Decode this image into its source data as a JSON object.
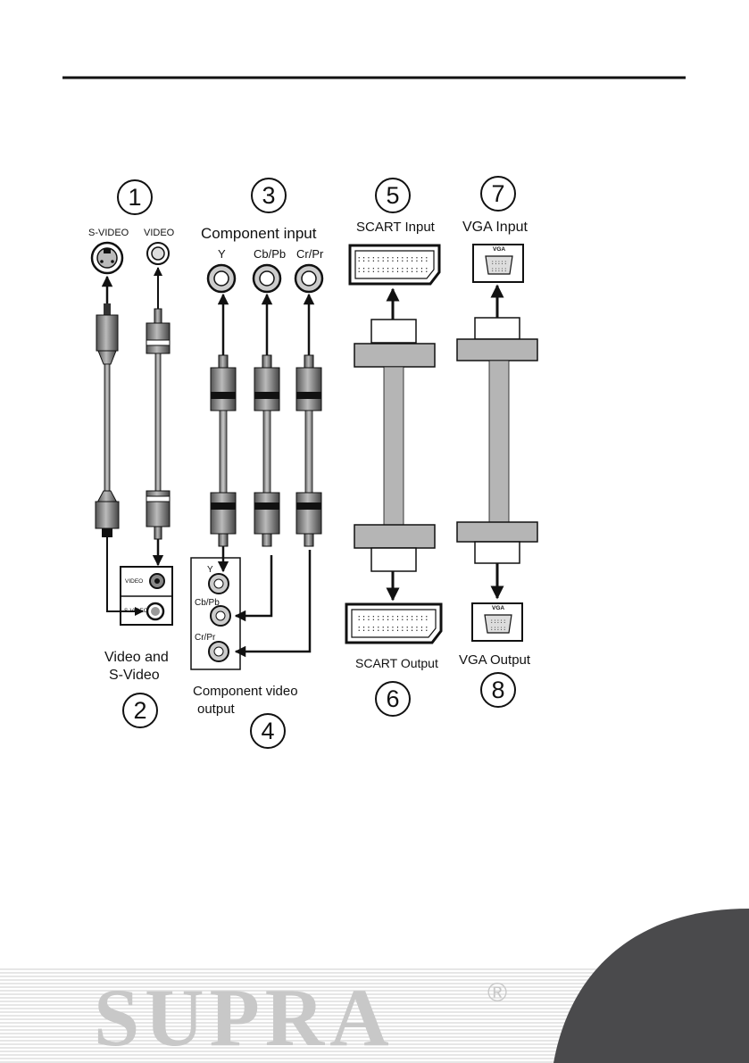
{
  "labels": {
    "s_video": "S-VIDEO",
    "video": "VIDEO",
    "component_input": "Component input",
    "y": "Y",
    "cb_pb": "Cb/Pb",
    "cr_pr": "Cr/Pr",
    "scart_input": "SCART Input",
    "vga_input": "VGA Input",
    "panel_video": "VIDEO",
    "panel_s_video": "S-VIDEO",
    "video_and": "Video and",
    "s_video_title": "S-Video",
    "panel_y": "Y",
    "panel_cb_pb": "Cb/Pb",
    "panel_cr_pr": "Cr/Pr",
    "component_video": "Component video",
    "output": "output",
    "scart_output": "SCART Output",
    "vga_output": "VGA Output",
    "vga_in_tag": "VGA",
    "vga_out_tag": "VGA"
  },
  "numbers": [
    "1",
    "2",
    "3",
    "4",
    "5",
    "6",
    "7",
    "8"
  ],
  "brand": {
    "name": "SUPRA",
    "registered": "®"
  },
  "colors": {
    "ink": "#111111",
    "cable_grey": "#b5b5b5",
    "dark_corner": "#4a4a4c",
    "watermark": "#c8c8c8"
  }
}
